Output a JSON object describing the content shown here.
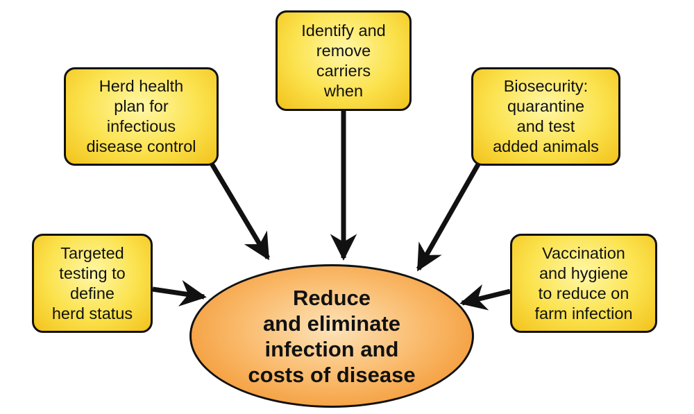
{
  "diagram": {
    "nodes": {
      "identify": "Identify and\nremove\ncarriers\nwhen",
      "herd_health": "Herd health\nplan for\ninfectious\ndisease control",
      "biosecurity": "Biosecurity:\nquarantine\nand test\nadded animals",
      "targeted": "Targeted\ntesting to\ndefine\nherd status",
      "vaccination": "Vaccination\nand hygiene\nto reduce on\nfarm infection",
      "center": "Reduce\nand eliminate\ninfection and\ncosts of disease"
    },
    "colors": {
      "box_fill": "#fbe24d",
      "center_fill": "#f9b766",
      "stroke": "#111111"
    }
  }
}
